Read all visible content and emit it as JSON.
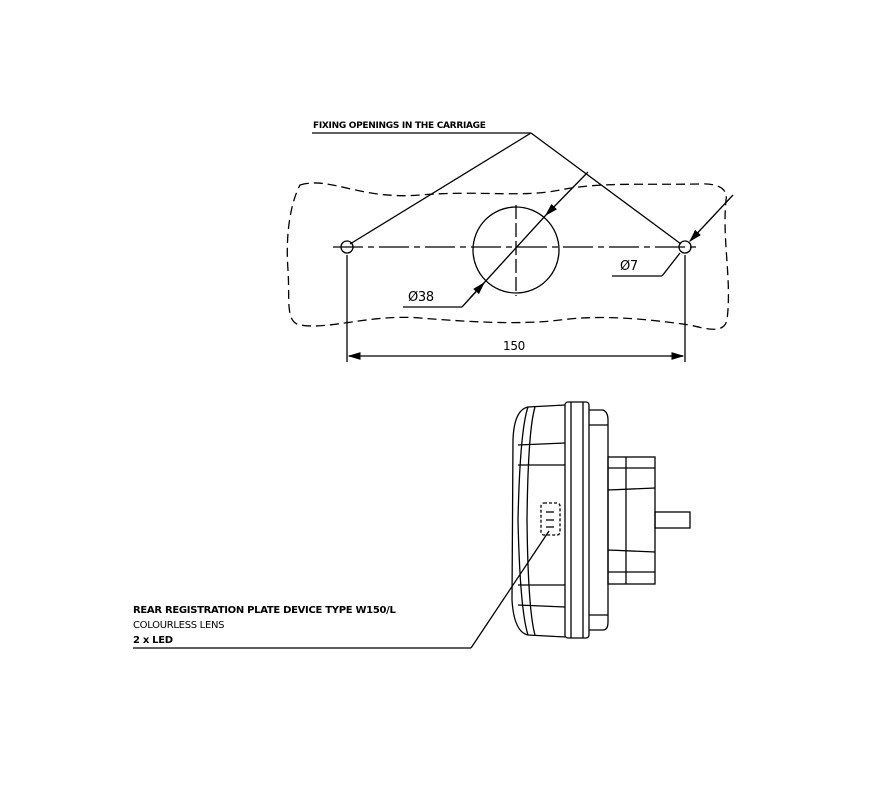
{
  "top_view": {
    "callout": "FIXING OPENINGS IN THE CARRIAGE",
    "dia_large": "Ø38",
    "dia_small": "Ø7",
    "spacing": "150"
  },
  "side_view": {
    "title": "REAR REGISTRATION PLATE DEVICE TYPE W150/L",
    "lens": "COLOURLESS LENS",
    "light_source": "2 x LED"
  }
}
